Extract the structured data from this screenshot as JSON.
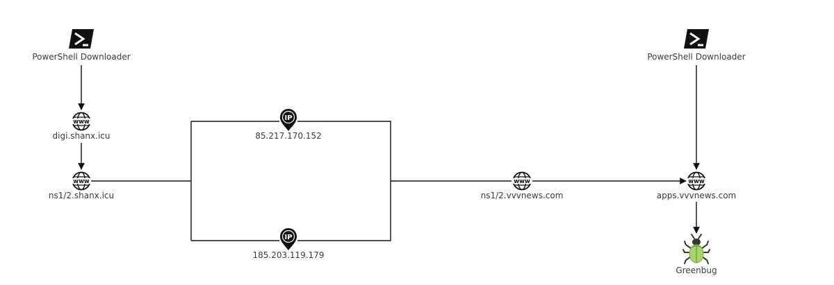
{
  "nodes": {
    "ps_left": {
      "label": "PowerShell Downloader",
      "icon": "powershell-icon"
    },
    "digi": {
      "label": "digi.shanx.icu",
      "icon": "globe-www-icon"
    },
    "ns_shanx": {
      "label": "ns1/2.shanx.icu",
      "icon": "globe-www-icon"
    },
    "ip1": {
      "label": "85.217.170.152",
      "icon": "ip-pin-icon"
    },
    "ip2": {
      "label": "185.203.119.179",
      "icon": "ip-pin-icon"
    },
    "ns_vvv": {
      "label": "ns1/2.vvvnews.com",
      "icon": "globe-www-icon"
    },
    "apps": {
      "label": "apps.vvvnews.com",
      "icon": "globe-www-icon"
    },
    "ps_right": {
      "label": "PowerShell Downloader",
      "icon": "powershell-icon"
    },
    "greenbug": {
      "label": "Greenbug",
      "icon": "bug-icon"
    }
  },
  "icon_text": {
    "www": "www",
    "ip": "IP"
  },
  "colors": {
    "line": "#111111",
    "label": "#3a3a3a",
    "bug_body": "#a6d36b",
    "bug_dark": "#2d3b2f"
  }
}
